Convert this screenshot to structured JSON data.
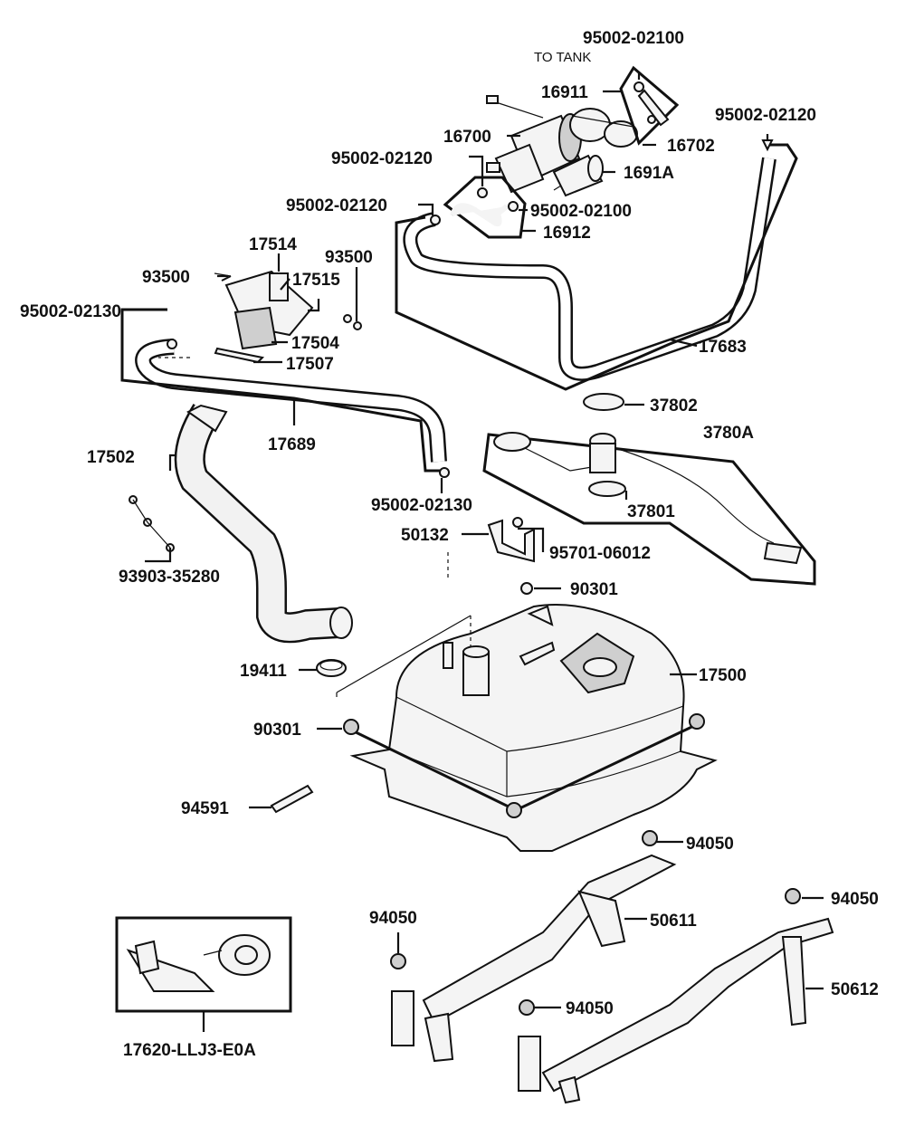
{
  "labels": {
    "l_95002_02100_top": "95002-02100",
    "l_to_tank": "TO TANK",
    "l_16911": "16911",
    "l_95002_02120_right": "95002-02120",
    "l_16700": "16700",
    "l_16702": "16702",
    "l_95002_02120_a": "95002-02120",
    "l_1691a": "1691A",
    "l_95002_02120_b": "95002-02120",
    "l_95002_02100_mid": "95002-02100",
    "l_16912": "16912",
    "l_17514": "17514",
    "l_93500_top": "93500",
    "l_93500_left": "93500",
    "l_17515": "17515",
    "l_95002_02130_a": "95002-02130",
    "l_17504": "17504",
    "l_17507": "17507",
    "l_17683": "17683",
    "l_37802": "37802",
    "l_3780a": "3780A",
    "l_17689": "17689",
    "l_17502": "17502",
    "l_37801": "37801",
    "l_95002_02130_b": "95002-02130",
    "l_50132": "50132",
    "l_95701_06012": "95701-06012",
    "l_93903_35280": "93903-35280",
    "l_90301_a": "90301",
    "l_19411": "19411",
    "l_17500": "17500",
    "l_90301_b": "90301",
    "l_94591": "94591",
    "l_94050_a": "94050",
    "l_94050_b": "94050",
    "l_94050_c": "94050",
    "l_50611": "50611",
    "l_50612": "50612",
    "l_94050_d": "94050",
    "l_17620": "17620-LLJ3-E0A"
  }
}
